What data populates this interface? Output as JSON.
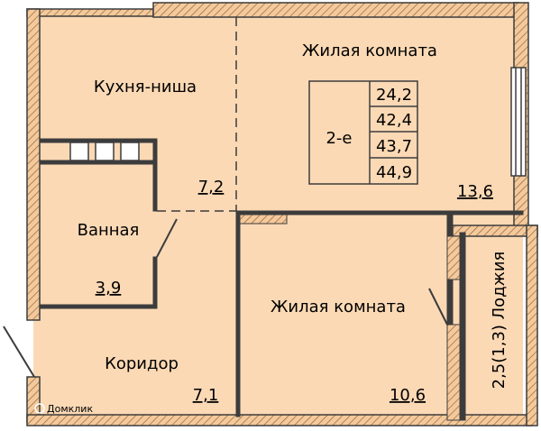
{
  "rooms": {
    "kitchen": {
      "name": "Кухня-ниша",
      "area": "7,2"
    },
    "living_big": {
      "name": "Жилая комната",
      "area": "13,6"
    },
    "bathroom": {
      "name": "Ванная",
      "area": "3,9"
    },
    "corridor": {
      "name": "Коридор",
      "area": "7,1"
    },
    "living_small": {
      "name": "Жилая комната",
      "area": "10,6"
    },
    "loggia": {
      "label": "2,5(1,3) Лоджия"
    }
  },
  "apartment_table": {
    "type": "2-е",
    "values": [
      "24,2",
      "42,4",
      "43,7",
      "44,9"
    ]
  },
  "watermark": "Домклик",
  "colors": {
    "floor": "#fbd9b5",
    "wall": "#3c3c3c",
    "wall_hatch": "#d9a77a",
    "background": "#ffffff"
  }
}
